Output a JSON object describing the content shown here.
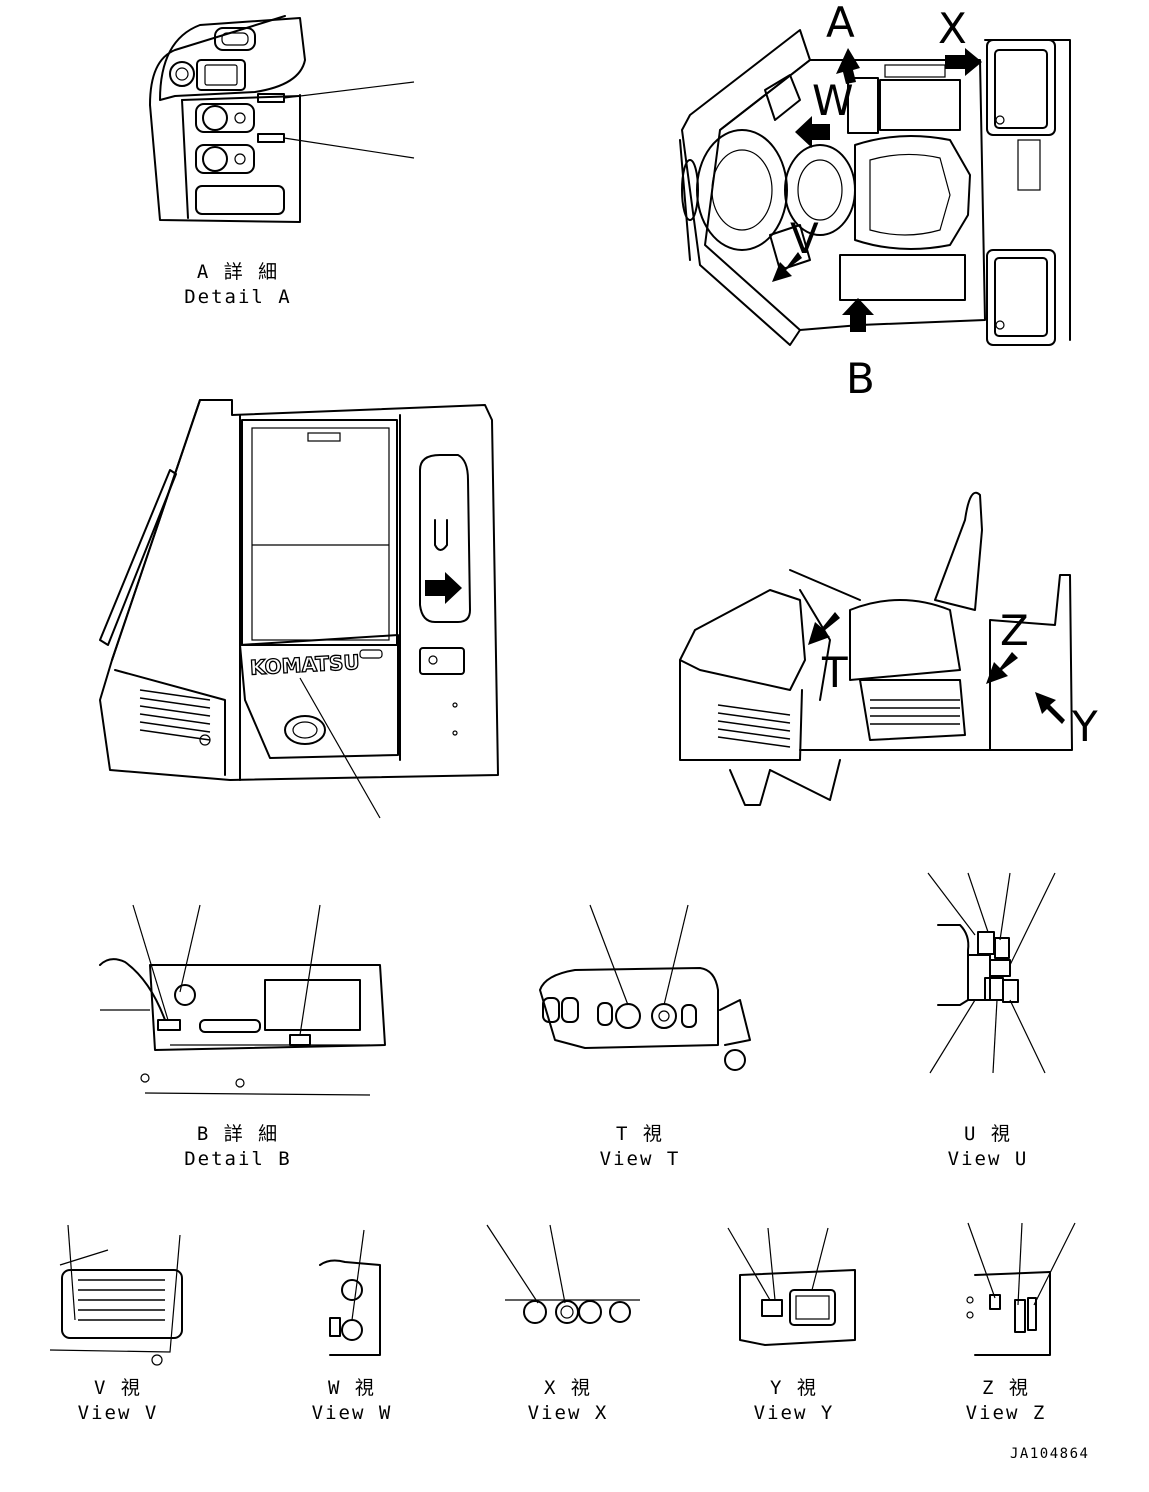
{
  "drawing_number": "JA104864",
  "views": {
    "detail_a": {
      "line1": "A 詳 細",
      "line2": "Detail A"
    },
    "detail_b": {
      "line1": "B 詳 細",
      "line2": "Detail B"
    },
    "view_t": {
      "line1": "T   視",
      "line2": "View T"
    },
    "view_u": {
      "line1": "U   視",
      "line2": "View U"
    },
    "view_v": {
      "line1": "V   視",
      "line2": "View V"
    },
    "view_w": {
      "line1": "W   視",
      "line2": "View W"
    },
    "view_x": {
      "line1": "X   視",
      "line2": "View X"
    },
    "view_y": {
      "line1": "Y   視",
      "line2": "View Y"
    },
    "view_z": {
      "line1": "Z   視",
      "line2": "View Z"
    }
  },
  "markers": {
    "a": "A",
    "x": "X",
    "w": "W",
    "v": "V",
    "b": "B",
    "u": "U",
    "t": "T",
    "z": "Z",
    "y": "Y"
  },
  "brand_text": "KOMATSU",
  "icons": [
    "arrow-marker-icon",
    "leader-line"
  ]
}
